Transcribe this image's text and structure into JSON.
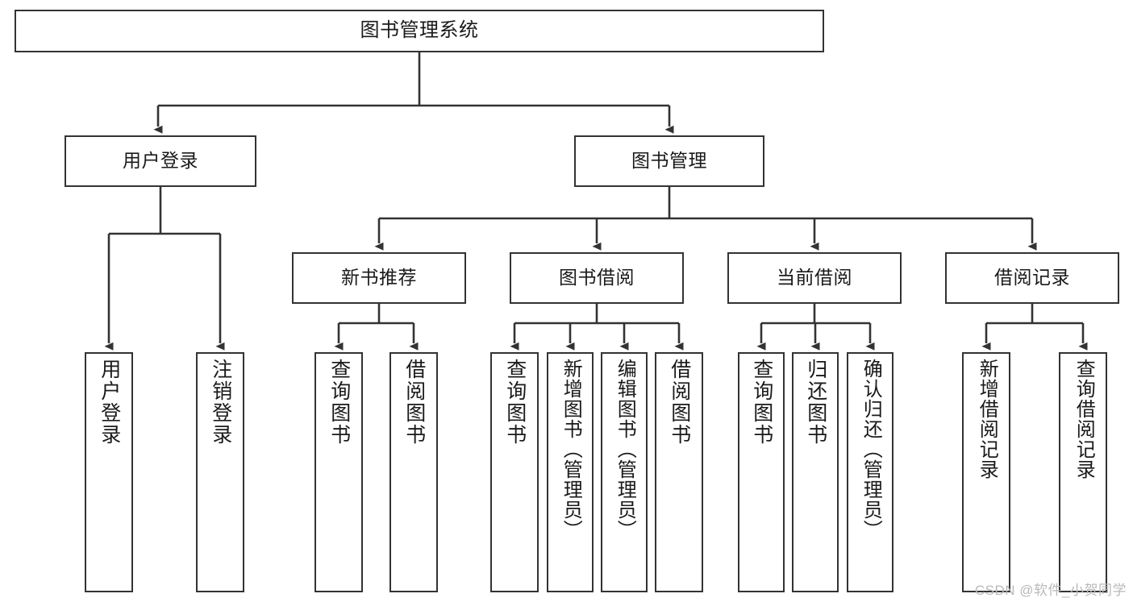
{
  "diagram": {
    "title": "图书管理系统",
    "type": "functional-structure-tree",
    "watermark": "CSDN @软件_小贺同学",
    "colors": {
      "node_border": "#333333",
      "node_fill": "#ffffff",
      "connector": "#333333",
      "text": "#1a1a1a",
      "watermark": "#b9b9b9",
      "background": "#ffffff"
    },
    "levels": {
      "root": "图书管理系统",
      "level2": [
        "用户登录",
        "图书管理"
      ],
      "level3": [
        "新书推荐",
        "图书借阅",
        "当前借阅",
        "借阅记录"
      ]
    },
    "nodes": {
      "root": {
        "label": "图书管理系统"
      },
      "user_login": {
        "label": "用户登录"
      },
      "book_manage": {
        "label": "图书管理"
      },
      "new_book_rec": {
        "label": "新书推荐"
      },
      "book_borrow": {
        "label": "图书借阅"
      },
      "current_borrow": {
        "label": "当前借阅"
      },
      "borrow_record": {
        "label": "借阅记录"
      },
      "leaf_user_login": {
        "label": "用户登录"
      },
      "leaf_user_logout": {
        "label": "注销登录"
      },
      "leaf_rec_query": {
        "label": "查询图书"
      },
      "leaf_rec_borrow": {
        "label": "借阅图书"
      },
      "leaf_borrow_query": {
        "label": "查询图书"
      },
      "leaf_borrow_add": {
        "label": "新增图书（管理员）"
      },
      "leaf_borrow_edit": {
        "label": "编辑图书（管理员）"
      },
      "leaf_borrow_lend": {
        "label": "借阅图书"
      },
      "leaf_cur_query": {
        "label": "查询图书"
      },
      "leaf_cur_return": {
        "label": "归还图书"
      },
      "leaf_cur_confirm": {
        "label": "确认归还（管理员）"
      },
      "leaf_rec_add": {
        "label": "新增借阅记录"
      },
      "leaf_rec_search": {
        "label": "查询借阅记录"
      }
    },
    "edges": [
      {
        "from": "root",
        "to": "user_login"
      },
      {
        "from": "root",
        "to": "book_manage"
      },
      {
        "from": "user_login",
        "to": "leaf_user_login"
      },
      {
        "from": "user_login",
        "to": "leaf_user_logout"
      },
      {
        "from": "book_manage",
        "to": "new_book_rec"
      },
      {
        "from": "book_manage",
        "to": "book_borrow"
      },
      {
        "from": "book_manage",
        "to": "current_borrow"
      },
      {
        "from": "book_manage",
        "to": "borrow_record"
      },
      {
        "from": "new_book_rec",
        "to": "leaf_rec_query"
      },
      {
        "from": "new_book_rec",
        "to": "leaf_rec_borrow"
      },
      {
        "from": "book_borrow",
        "to": "leaf_borrow_query"
      },
      {
        "from": "book_borrow",
        "to": "leaf_borrow_add"
      },
      {
        "from": "book_borrow",
        "to": "leaf_borrow_edit"
      },
      {
        "from": "book_borrow",
        "to": "leaf_borrow_lend"
      },
      {
        "from": "current_borrow",
        "to": "leaf_cur_query"
      },
      {
        "from": "current_borrow",
        "to": "leaf_cur_return"
      },
      {
        "from": "current_borrow",
        "to": "leaf_cur_confirm"
      },
      {
        "from": "borrow_record",
        "to": "leaf_rec_add"
      },
      {
        "from": "borrow_record",
        "to": "leaf_rec_search"
      }
    ]
  }
}
